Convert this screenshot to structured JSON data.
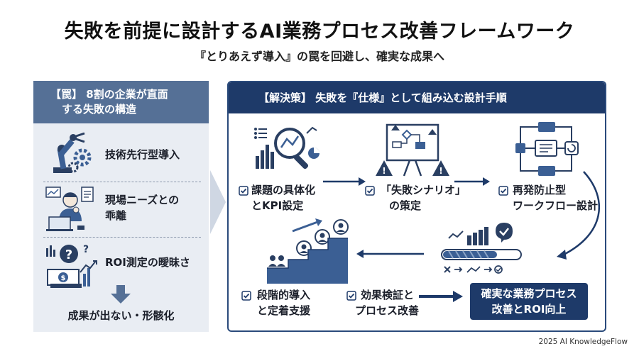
{
  "title": "失敗を前提に設計するAI業務プロセス改善フレームワーク",
  "subtitle": "『とりあえず導入』の罠を回避し、確実な成果へ",
  "left": {
    "heading_line1": "【罠】 8割の企業が直面",
    "heading_line2": "する失敗の構造",
    "items": [
      {
        "line1": "技術先行型導入",
        "line2": "",
        "icon": "robot-arm-gear-icon"
      },
      {
        "line1": "現場ニーズとの",
        "line2": "乖離",
        "icon": "confused-worker-icon"
      },
      {
        "line1": "ROI測定の曖昧さ",
        "line2": "",
        "icon": "money-question-icon"
      }
    ],
    "result": "成果が出ない・形骸化"
  },
  "right": {
    "heading": "【解決策】 失敗を『仕様』として組み込む設計手順",
    "steps": [
      {
        "line1": "課題の具体化",
        "line2": "とKPI設定",
        "icon": "magnifier-chart-icon"
      },
      {
        "line1": "「失敗シナリオ」",
        "line2": "の策定",
        "icon": "warning-flowchart-board-icon"
      },
      {
        "line1": "再発防止型",
        "line2": "ワークフロー設計",
        "icon": "workflow-cycle-icon"
      },
      {
        "line1": "効果検証と",
        "line2": "プロセス改善",
        "icon": "progress-gauge-icon"
      },
      {
        "line1": "段階的導入",
        "line2": "と定着支援",
        "icon": "team-stairs-icon"
      }
    ],
    "final_line1": "確実な業務プロセス",
    "final_line2": "改善とROI向上"
  },
  "credit": "2025 AI KnowledgeFlow",
  "colors": {
    "navy": "#1e3a69",
    "steel": "#557096",
    "panel": "#e9edf3",
    "accent": "#3b5f94"
  }
}
